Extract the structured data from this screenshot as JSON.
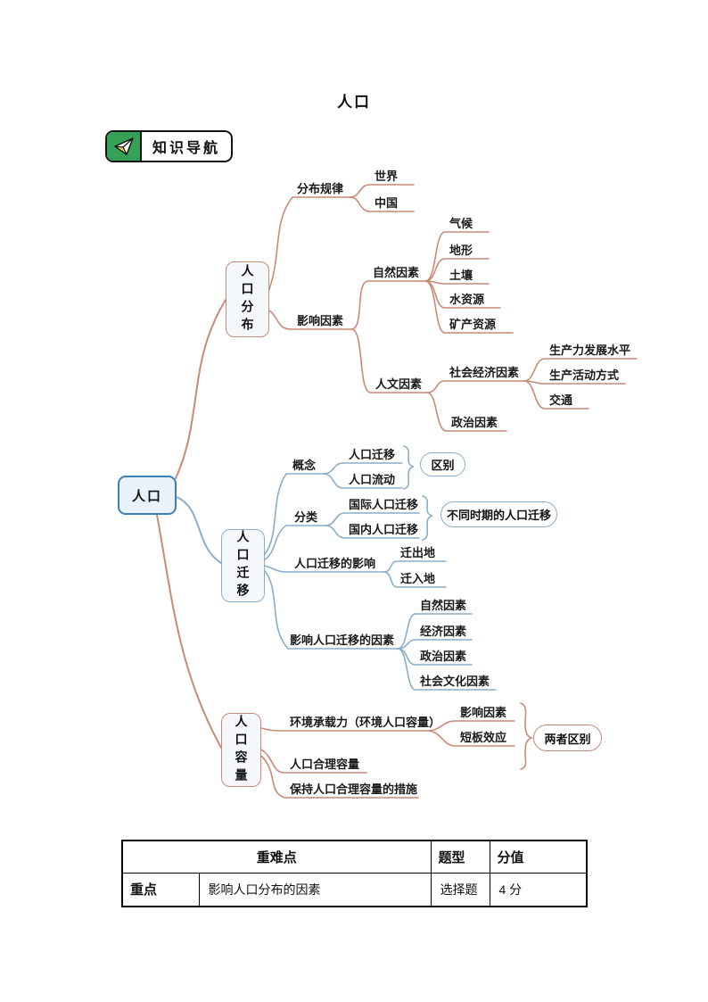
{
  "page": {
    "title": "人口"
  },
  "badge": {
    "label": "知识导航",
    "icon": "paper-plane-icon"
  },
  "colors": {
    "branch_salmon": "#c98a76",
    "branch_blue": "#8aaec9",
    "root_border": "#3f7fb5",
    "root_fill": "#e9f2fa",
    "badge_green": "#36a257",
    "plane_yellow": "#f0e04a"
  },
  "mindmap": {
    "root": {
      "label": "人口"
    },
    "branches": [
      {
        "label": "人口分布",
        "children": [
          {
            "label": "分布规律",
            "children": [
              {
                "label": "世界"
              },
              {
                "label": "中国"
              }
            ]
          },
          {
            "label": "影响因素",
            "children": [
              {
                "label": "自然因素",
                "children": [
                  {
                    "label": "气候"
                  },
                  {
                    "label": "地形"
                  },
                  {
                    "label": "土壤"
                  },
                  {
                    "label": "水资源"
                  },
                  {
                    "label": "矿产资源"
                  }
                ]
              },
              {
                "label": "人文因素",
                "children": [
                  {
                    "label": "社会经济因素",
                    "children": [
                      {
                        "label": "生产力发展水平"
                      },
                      {
                        "label": "生产活动方式"
                      },
                      {
                        "label": "交通"
                      }
                    ]
                  },
                  {
                    "label": "政治因素"
                  }
                ]
              }
            ]
          }
        ]
      },
      {
        "label": "人口迁移",
        "children": [
          {
            "label": "概念",
            "summary": "区别",
            "children": [
              {
                "label": "人口迁移"
              },
              {
                "label": "人口流动"
              }
            ]
          },
          {
            "label": "分类",
            "summary": "不同时期的人口迁移",
            "children": [
              {
                "label": "国际人口迁移"
              },
              {
                "label": "国内人口迁移"
              }
            ]
          },
          {
            "label": "人口迁移的影响",
            "children": [
              {
                "label": "迁出地"
              },
              {
                "label": "迁入地"
              }
            ]
          },
          {
            "label": "影响人口迁移的因素",
            "children": [
              {
                "label": "自然因素"
              },
              {
                "label": "经济因素"
              },
              {
                "label": "政治因素"
              },
              {
                "label": "社会文化因素"
              }
            ]
          }
        ]
      },
      {
        "label": "人口容量",
        "summary": "两者区别",
        "children": [
          {
            "label": "环境承载力（环境人口容量）",
            "children": [
              {
                "label": "影响因素"
              },
              {
                "label": "短板效应"
              }
            ]
          },
          {
            "label": "人口合理容量"
          },
          {
            "label": "保持人口合理容量的措施"
          }
        ]
      }
    ]
  },
  "table": {
    "header": {
      "col_main": "重难点",
      "col_type": "题型",
      "col_score": "分值"
    },
    "rows": [
      {
        "category": "重点",
        "content": "影响人口分布的因素",
        "type": "选择题",
        "score": "4 分"
      }
    ]
  }
}
